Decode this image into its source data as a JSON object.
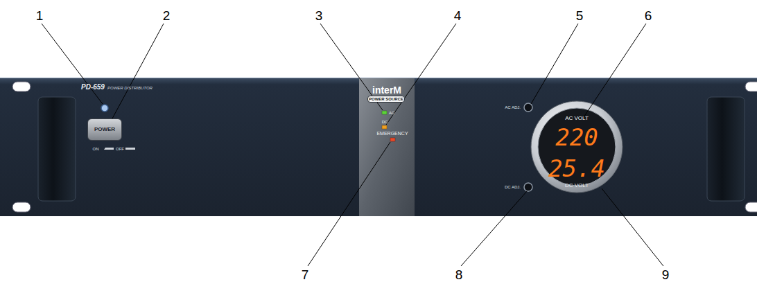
{
  "diagram": {
    "nodes": [
      {
        "text": [
          "POWER"
        ]
      },
      {
        "text": [
          "POWER SOURCE"
        ]
      },
      {
        "text": [
          "AC VOLT",
          "220",
          "25.4",
          "DC VOLT"
        ]
      }
    ],
    "labels": [
      "1",
      "2",
      "3",
      "4",
      "5",
      "6",
      "7",
      "8",
      "9",
      "PD-659",
      "POWER DISTRIBUTOR",
      "ON",
      "OFF",
      "interM",
      "AC",
      "DC",
      "EMERGENCY",
      "AC ADJ.",
      "DC ADJ."
    ]
  }
}
